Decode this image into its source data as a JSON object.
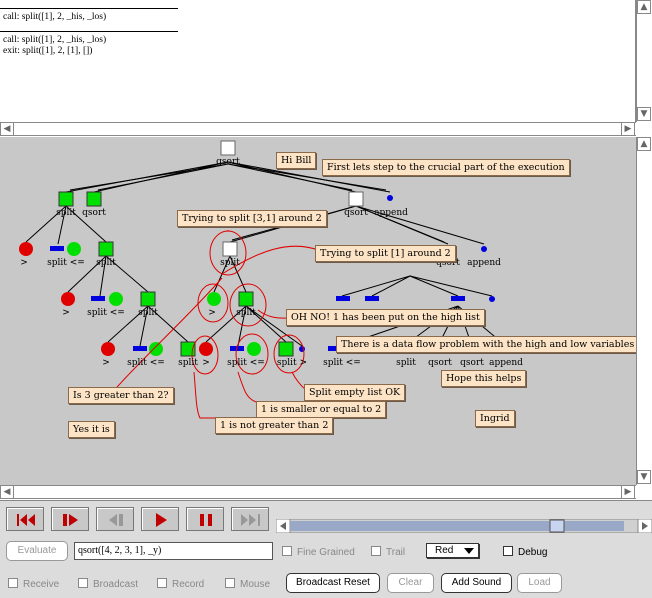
{
  "trace": {
    "lines": [
      "call: split([1], 2, _his, _los)",
      "call: split([1], 2, _his, _los)",
      "exit: split([1], 2, [1], [])"
    ]
  },
  "tree": {
    "labels": [
      "qsort",
      "split",
      "qsort",
      "qsort",
      "append",
      ">",
      "split <=",
      "split",
      "split",
      "qsort",
      "append",
      ">",
      "split <=",
      "split",
      ">",
      "split",
      ">",
      "split <=",
      "split",
      ">",
      "split <=",
      "split >",
      "split <=",
      "split",
      "qsort",
      "qsort",
      "append"
    ]
  },
  "notes": {
    "hi_bill": "Hi Bill",
    "first_step": "First lets step to the crucial part of the execution",
    "split_31": "Trying to split [3,1] around 2",
    "split_1": "Trying to split [1] around 2",
    "oh_no": "OH NO! 1 has been put on the high list",
    "data_flow": "There is a data flow problem with the high and low variables in split",
    "greater": "Is 3 greater than 2?",
    "yes": "Yes it is",
    "hope": "Hope this helps",
    "ingrid": "Ingrid",
    "empty_ok": "Split empty list OK",
    "smaller": "1 is smaller or equal to 2",
    "not_greater": "1 is not greater than 2"
  },
  "controls": {
    "evaluate": "Evaluate",
    "query": "qsort([4, 2, 3, 1], _y)",
    "fine_grained": "Fine Grained",
    "trail": "Trail",
    "color": "Red",
    "debug": "Debug",
    "receive": "Receive",
    "broadcast": "Broadcast",
    "record": "Record",
    "mouse": "Mouse",
    "broadcast_reset": "Broadcast Reset",
    "clear": "Clear",
    "add_sound": "Add Sound",
    "load": "Load",
    "slider_position": 0.92
  },
  "colors": {
    "canvas": "#c8c8c8",
    "node_white": "#ffffff",
    "node_green": "#00e000",
    "node_red": "#e00000",
    "node_blue": "#0000e0",
    "annotation": "#e00000",
    "note_bg": "#fde4c6",
    "transport": "#c00000"
  }
}
